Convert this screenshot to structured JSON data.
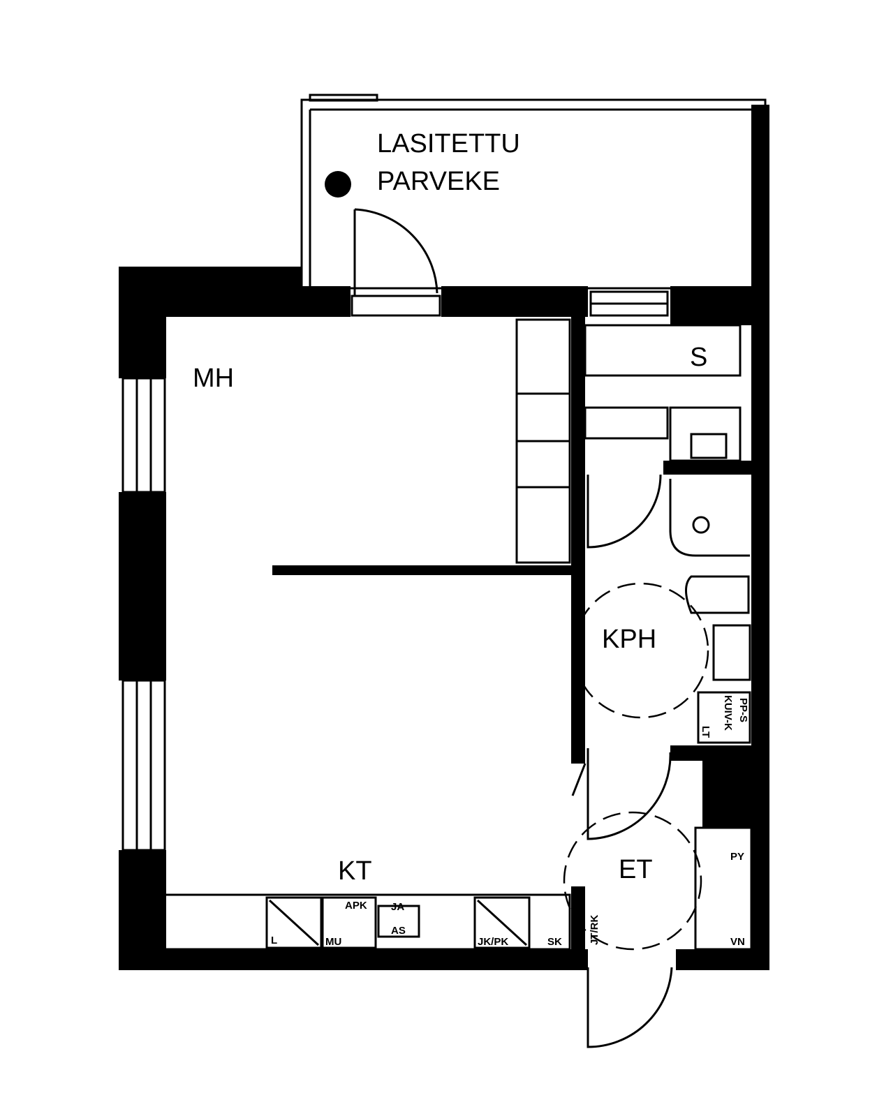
{
  "rooms": {
    "balcony_line1": "LASITETTU",
    "balcony_line2": "PARVEKE",
    "bedroom": "MH",
    "kitchen_living": "KT",
    "storage": "S",
    "bathroom": "KPH",
    "entry": "ET"
  },
  "fixtures": {
    "fridge": "L",
    "dishwasher_cabinet": "APK",
    "oven": "MU",
    "stove_top": "JA",
    "sink": "AS",
    "freezer": "JK/PK",
    "cabinet": "SK",
    "entry_closet": "JT/RK",
    "bathroom_closet": "KUIV-K",
    "bathroom_side": "PP-S",
    "bathroom_lt": "LT",
    "entry_py": "PY",
    "entry_vn": "VN"
  },
  "colors": {
    "wall": "#000000",
    "background": "#ffffff"
  }
}
